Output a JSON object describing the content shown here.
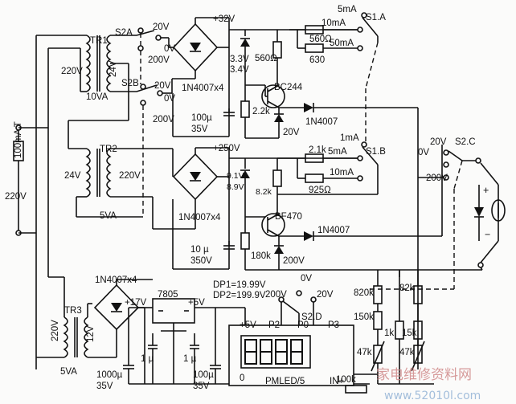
{
  "labels": {
    "tr1": "TR1",
    "tr1_primary": "220V",
    "tr1_secondary": "24V",
    "tr1_rating": "10VA",
    "tr2": "TR2",
    "tr2_left": "24V",
    "tr2_right": "220V",
    "tr2_rating": "5VA",
    "tr3": "TR3",
    "tr3_primary": "220V",
    "tr3_secondary": "12V",
    "tr3_rating": "5VA",
    "fuse": "100mA T",
    "mains": "220V",
    "s2a": "S2A",
    "s2b": "S2B",
    "s2c": "S2.C",
    "s2d": "S2.D",
    "s1a": "S1.A",
    "s1b": "S1.B",
    "s2a_20v": "20V",
    "s2a_0v": "0V",
    "s2a_200v": "200V",
    "s2b_20v": "20V",
    "s2b_0v": "0V",
    "s2b_200v": "200V",
    "bridge1": "1N4007x4",
    "bridge2": "1N4007x4",
    "bridge3": "1N4007x4",
    "v32": "+32V",
    "v250": "+250V",
    "z1a": "3.3V",
    "z1b": "3.4V",
    "z2a": "9.1V",
    "z2b": "8.9V",
    "r560": "560Ω",
    "r560b": "560Ω",
    "r630": "630",
    "r22k": "2.2k",
    "r21k": "2.1k",
    "r925": "925Ω",
    "r82k": "8.2k",
    "r180k": "180k",
    "r820k": "820k",
    "r150k": "150k",
    "r1k": "1k",
    "r82k2": "82k",
    "r15k": "15k",
    "r47k": "47k",
    "r47k2": "47k",
    "r100k": "100k",
    "c1": "100µ",
    "c1v": "35V",
    "c2": "10 µ",
    "c2v": "350V",
    "c3": "1000µ",
    "c3v": "35V",
    "c4": "1 µ",
    "c5": "1 µ",
    "c6": "100µ",
    "c6v": "35V",
    "q1": "BC244",
    "q2": "BF470",
    "d1": "1N4007",
    "d2": "1N4007",
    "v20": "20V",
    "v200": "200V",
    "s1a_5ma": "5mA",
    "s1a_10ma": "10mA",
    "s1a_50ma": "50mA",
    "s1b_1ma": "1mA",
    "s1b_5ma": "5mA",
    "s1b_10ma": "10mA",
    "s2c_20v": "20V",
    "s2c_0v": "0V",
    "s2c_200v": "200V",
    "s2d_200v": "200V",
    "s2d_0v": "0V",
    "s2d_20v": "20V",
    "reg": "7805",
    "v17": "+17V",
    "v5": "+5V",
    "v5b": "+5V",
    "dp1": "DP1=19.99V",
    "dp2": "DP2=199.9V",
    "p2": "P2",
    "p0": "P0",
    "p3": "P3",
    "zero": "0",
    "pmled": "PMLED/5",
    "inplus": "IN+",
    "plus": "+",
    "minus": "−"
  },
  "watermark": {
    "cn": "家电维修资料网",
    "url": "www.52010l.com"
  }
}
